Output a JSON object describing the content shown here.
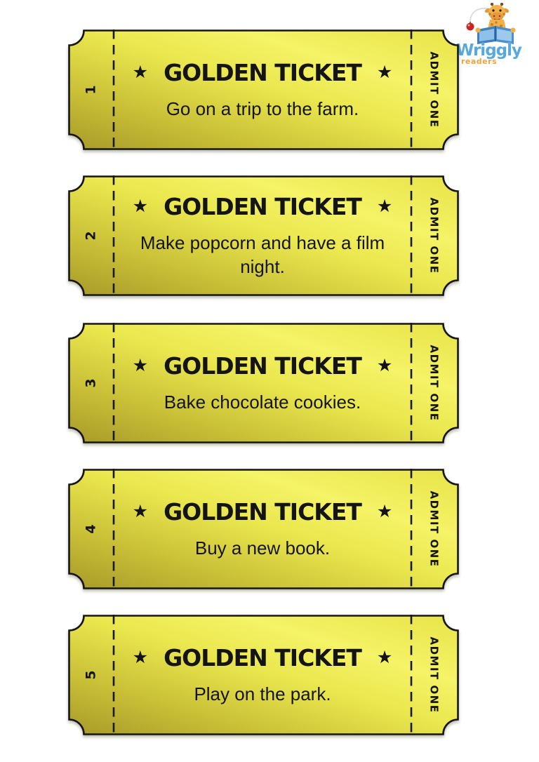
{
  "logo": {
    "brand": "Wriggly",
    "sub": "readers",
    "brand_color": "#57a8dc",
    "sub_color": "#f0a23c",
    "icon": "giraffe-reading-book-icon"
  },
  "ticket_common": {
    "title": "GOLDEN TICKET",
    "star": "★",
    "admit_label": "ADMIT ONE",
    "colors": {
      "gold_dark": "#a79a29",
      "gold_mid": "#c9c037",
      "gold_bright": "#f5f367",
      "border": "#161616",
      "text": "#141414"
    }
  },
  "tickets": [
    {
      "number": "1",
      "text": "Go on a trip to the farm."
    },
    {
      "number": "2",
      "text": "Make popcorn and have a film night."
    },
    {
      "number": "3",
      "text": "Bake chocolate cookies."
    },
    {
      "number": "4",
      "text": "Buy a new book."
    },
    {
      "number": "5",
      "text": "Play on the park."
    }
  ]
}
